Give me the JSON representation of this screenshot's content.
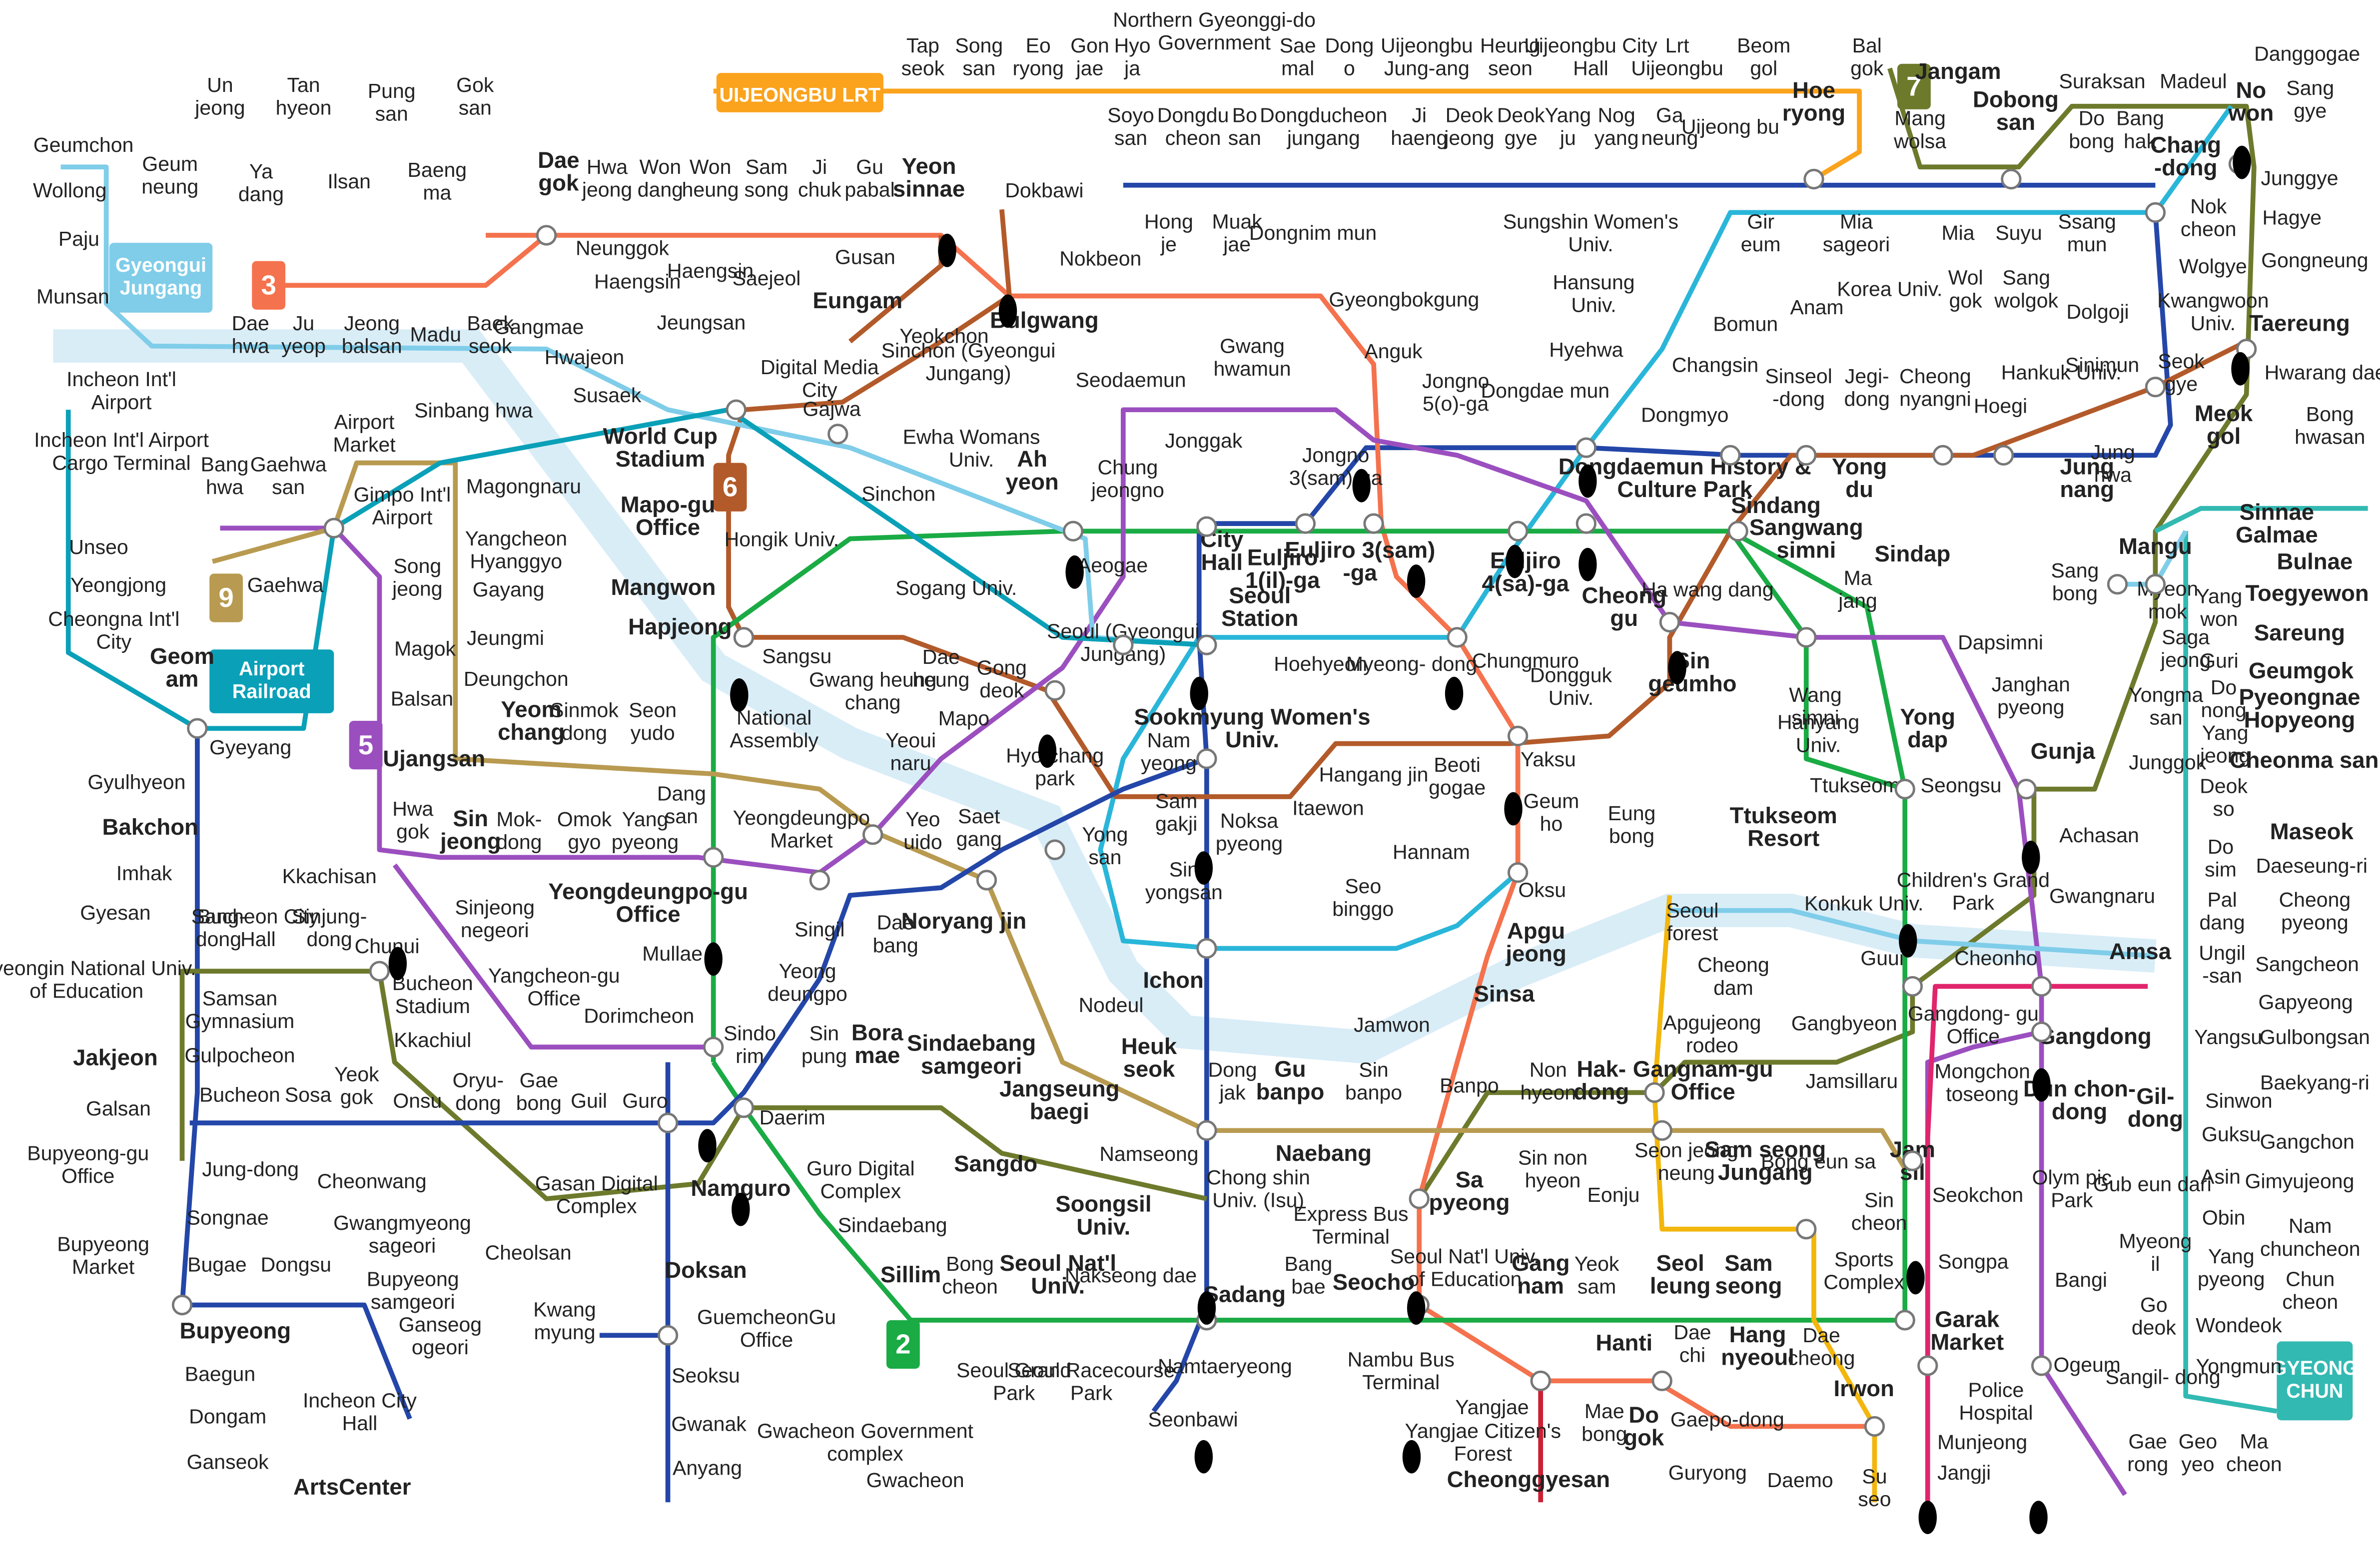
{
  "line_labels": {
    "uijeongbu": "UIJEONGBU LRT",
    "l2": "2",
    "l3": "3",
    "l5": "5",
    "l6": "6",
    "l7": "7",
    "l9": "9",
    "gyeongui": "Gyeongui Jungang",
    "airport": "Airport Railroad",
    "gyeongchun": "GYEONG CHUN"
  },
  "colors": {
    "line1": "#2346a8",
    "line2": "#1aab45",
    "line3": "#f4724d",
    "line4": "#29b6d9",
    "line5": "#9b4fbf",
    "line6": "#b35a2a",
    "line7": "#6d7a2c",
    "line8": "#e0256d",
    "line9": "#b89a50",
    "sinbundang": "#cc1f33",
    "gyeongui": "#7fcde9",
    "airport": "#0aa0b8",
    "bundang": "#f2b60c",
    "uijeongbu": "#fba31d",
    "gyeongchun": "#32b9b2",
    "station_dot": "#000000"
  },
  "stations": [
    {
      "name": "Tap seok"
    },
    {
      "name": "Song san"
    },
    {
      "name": "Eo ryong"
    },
    {
      "name": "Gon jae"
    },
    {
      "name": "Hyo ja"
    },
    {
      "name": "Northern Gyeonggi-do Government"
    },
    {
      "name": "Sae mal"
    },
    {
      "name": "Dong o"
    },
    {
      "name": "Uijeongbu Jung-ang"
    },
    {
      "name": "Heung seon"
    },
    {
      "name": "Uijeongbu City Hall"
    },
    {
      "name": "Lrt Uijeongbu"
    },
    {
      "name": "Beom gol"
    },
    {
      "name": "Bal gok"
    },
    {
      "name": "Hoe ryong"
    },
    {
      "name": "Jangam"
    },
    {
      "name": "Dobong san"
    },
    {
      "name": "Mang wolsa"
    },
    {
      "name": "Suraksan"
    },
    {
      "name": "Madeul"
    },
    {
      "name": "Danggogae"
    },
    {
      "name": "Sang gye"
    },
    {
      "name": "No won"
    },
    {
      "name": "Do bong"
    },
    {
      "name": "Bang hak"
    },
    {
      "name": "Chang -dong"
    },
    {
      "name": "Junggye"
    },
    {
      "name": "Hagye"
    },
    {
      "name": "Gongneung"
    },
    {
      "name": "Taereung"
    },
    {
      "name": "Hwarang dae"
    },
    {
      "name": "Bong hwasan"
    },
    {
      "name": "Soyo san"
    },
    {
      "name": "Dongdu cheon"
    },
    {
      "name": "Bo san"
    },
    {
      "name": "Dongducheon jungang"
    },
    {
      "name": "Ji haeng"
    },
    {
      "name": "Deok jeong"
    },
    {
      "name": "Deok gye"
    },
    {
      "name": "Yang ju"
    },
    {
      "name": "Nog yang"
    },
    {
      "name": "Ga neung"
    },
    {
      "name": "Uijeong bu"
    },
    {
      "name": "Un jeong"
    },
    {
      "name": "Tan hyeon"
    },
    {
      "name": "Pung san"
    },
    {
      "name": "Gok san"
    },
    {
      "name": "Geumchon"
    },
    {
      "name": "Wollong"
    },
    {
      "name": "Paju"
    },
    {
      "name": "Munsan"
    },
    {
      "name": "Geum neung"
    },
    {
      "name": "Ya dang"
    },
    {
      "name": "Ilsan"
    },
    {
      "name": "Baeng ma"
    },
    {
      "name": "Dae gok"
    },
    {
      "name": "Hwa jeong"
    },
    {
      "name": "Won dang"
    },
    {
      "name": "Won heung"
    },
    {
      "name": "Sam song"
    },
    {
      "name": "Ji chuk"
    },
    {
      "name": "Gu pabal"
    },
    {
      "name": "Yeon sinnae"
    },
    {
      "name": "Dokbawi"
    },
    {
      "name": "Bulgwang"
    },
    {
      "name": "Gusan"
    },
    {
      "name": "Eungam"
    },
    {
      "name": "Yeokchon"
    },
    {
      "name": "Saejeol"
    },
    {
      "name": "Jeungsan"
    },
    {
      "name": "Neunggok"
    },
    {
      "name": "Haengsin"
    },
    {
      "name": "Haengsin"
    },
    {
      "name": "Dae hwa"
    },
    {
      "name": "Ju yeop"
    },
    {
      "name": "Jeong balsan"
    },
    {
      "name": "Madu"
    },
    {
      "name": "Baek seok"
    },
    {
      "name": "Gangmae"
    },
    {
      "name": "Hwajeon"
    },
    {
      "name": "Susaek"
    },
    {
      "name": "Nokbeon"
    },
    {
      "name": "Hong je"
    },
    {
      "name": "Muak jae"
    },
    {
      "name": "Dongnim mun"
    },
    {
      "name": "Gyeongbokgung"
    },
    {
      "name": "Anguk"
    },
    {
      "name": "Sungshin Women's Univ."
    },
    {
      "name": "Hansung Univ."
    },
    {
      "name": "Hyehwa"
    },
    {
      "name": "Gir eum"
    },
    {
      "name": "Mia sageori"
    },
    {
      "name": "Mia"
    },
    {
      "name": "Suyu"
    },
    {
      "name": "Ssang mun"
    },
    {
      "name": "Anam"
    },
    {
      "name": "Korea Univ."
    },
    {
      "name": "Wol gok"
    },
    {
      "name": "Sang wolgok"
    },
    {
      "name": "Dolgoji"
    },
    {
      "name": "Nok cheon"
    },
    {
      "name": "Wolgye"
    },
    {
      "name": "Kwangwoon Univ."
    },
    {
      "name": "Seok gye"
    },
    {
      "name": "Meok gol"
    },
    {
      "name": "Bomun"
    },
    {
      "name": "Changsin"
    },
    {
      "name": "Sinseol -dong"
    },
    {
      "name": "Jegi- dong"
    },
    {
      "name": "Cheong nyangni"
    },
    {
      "name": "Hoegi"
    },
    {
      "name": "Hankuk Univ."
    },
    {
      "name": "Sinimun"
    },
    {
      "name": "Incheon Int'l Airport"
    },
    {
      "name": "Incheon Int'l Airport Cargo Terminal"
    },
    {
      "name": "Unseo"
    },
    {
      "name": "Yeongjong"
    },
    {
      "name": "Cheongna Int'l City"
    },
    {
      "name": "Geom am"
    },
    {
      "name": "Gyeyang"
    },
    {
      "name": "Airport Market"
    },
    {
      "name": "Sinbang hwa"
    },
    {
      "name": "Bang hwa"
    },
    {
      "name": "Gaehwa san"
    },
    {
      "name": "Gimpo Int'l Airport"
    },
    {
      "name": "Gaehwa"
    },
    {
      "name": "Magongnaru"
    },
    {
      "name": "Digital Media City"
    },
    {
      "name": "Gajwa"
    },
    {
      "name": "Sinchon (Gyeongui Jungang)"
    },
    {
      "name": "Ewha Womans Univ."
    },
    {
      "name": "Ah yeon"
    },
    {
      "name": "Sinchon"
    },
    {
      "name": "Seodaemun"
    },
    {
      "name": "Gwang hwamun"
    },
    {
      "name": "Jonggak"
    },
    {
      "name": "Jongno 3(sam)-ga"
    },
    {
      "name": "Jongno 5(o)-ga"
    },
    {
      "name": "Dongdae mun"
    },
    {
      "name": "Dongmyo"
    },
    {
      "name": "World Cup Stadium"
    },
    {
      "name": "Mapo-gu Office"
    },
    {
      "name": "Mangwon"
    },
    {
      "name": "Hapjeong"
    },
    {
      "name": "Hongik Univ."
    },
    {
      "name": "Sogang Univ."
    },
    {
      "name": "Chung jeongno"
    },
    {
      "name": "Aeogae"
    },
    {
      "name": "City Hall"
    },
    {
      "name": "Seoul Station"
    },
    {
      "name": "Euljiro 1(il)-ga"
    },
    {
      "name": "Euljiro 3(sam) -ga"
    },
    {
      "name": "Euljiro 4(sa)-ga"
    },
    {
      "name": "Dongdaemun History & Culture Park"
    },
    {
      "name": "Sindang"
    },
    {
      "name": "Sangwang simni"
    },
    {
      "name": "Yong du"
    },
    {
      "name": "Jung nang"
    },
    {
      "name": "Jung hwa"
    },
    {
      "name": "Mangu"
    },
    {
      "name": "Sang bong"
    },
    {
      "name": "Seoul (Gyeongui Jungang)"
    },
    {
      "name": "Hoehyeon"
    },
    {
      "name": "Myeong- dong"
    },
    {
      "name": "Chungmuro"
    },
    {
      "name": "Dongguk Univ."
    },
    {
      "name": "Cheong gu"
    },
    {
      "name": "Sin geumho"
    },
    {
      "name": "Sindap"
    },
    {
      "name": "Sinnae Galmae"
    },
    {
      "name": "Bulnae"
    },
    {
      "name": "Toegyewon"
    },
    {
      "name": "Sareung"
    },
    {
      "name": "Geumgok"
    },
    {
      "name": "Pyeongnae Hopyeong"
    },
    {
      "name": "Cheonma san"
    },
    {
      "name": "Maseok"
    },
    {
      "name": "Daeseung-ri"
    },
    {
      "name": "Cheong pyeong"
    },
    {
      "name": "Sangcheon"
    },
    {
      "name": "Gapyeong"
    },
    {
      "name": "Gulbongsan"
    },
    {
      "name": "Baekyang-ri"
    },
    {
      "name": "Gangchon"
    },
    {
      "name": "Gimyujeong"
    },
    {
      "name": "Nam chuncheon"
    },
    {
      "name": "Chun cheon"
    },
    {
      "name": "Myeon mok"
    },
    {
      "name": "Saga jeong"
    },
    {
      "name": "Yongma san"
    },
    {
      "name": "Junggok"
    },
    {
      "name": "Yang won"
    },
    {
      "name": "Guri"
    },
    {
      "name": "Do nong"
    },
    {
      "name": "Yang jeong"
    },
    {
      "name": "Deok so"
    },
    {
      "name": "Do sim"
    },
    {
      "name": "Pal dang"
    },
    {
      "name": "Ungil -san"
    },
    {
      "name": "Yangsu"
    },
    {
      "name": "Sinwon"
    },
    {
      "name": "Guksu"
    },
    {
      "name": "Asin"
    },
    {
      "name": "Obin"
    },
    {
      "name": "Yang pyeong"
    },
    {
      "name": "Wondeok"
    },
    {
      "name": "Yongmun"
    },
    {
      "name": "Wang simni"
    },
    {
      "name": "Hanyang Univ."
    },
    {
      "name": "Ttukseom"
    },
    {
      "name": "Seongsu"
    },
    {
      "name": "Ha wang dang"
    },
    {
      "name": "Ma jang"
    },
    {
      "name": "Dapsimni"
    },
    {
      "name": "Janghan pyeong"
    },
    {
      "name": "Gunja"
    },
    {
      "name": "Yong dap"
    },
    {
      "name": "Children's Grand Park"
    },
    {
      "name": "Achasan"
    },
    {
      "name": "Gwangnaru"
    },
    {
      "name": "Ttukseom Resort"
    },
    {
      "name": "Konkuk Univ."
    },
    {
      "name": "Guui"
    },
    {
      "name": "Amsa"
    },
    {
      "name": "Cheonho"
    },
    {
      "name": "Gangdong"
    },
    {
      "name": "Gangdong- gu Office"
    },
    {
      "name": "Mongchon toseong"
    },
    {
      "name": "Dun chon- dong"
    },
    {
      "name": "Gil- dong"
    },
    {
      "name": "Gub eun dari"
    },
    {
      "name": "Olym pic Park"
    },
    {
      "name": "Myeong il"
    },
    {
      "name": "Go deok"
    },
    {
      "name": "Sangil- dong"
    },
    {
      "name": "Bangi"
    },
    {
      "name": "Ogeum"
    },
    {
      "name": "Gae rong"
    },
    {
      "name": "Geo yeo"
    },
    {
      "name": "Ma cheon"
    },
    {
      "name": "Gyulhyeon"
    },
    {
      "name": "Bakchon"
    },
    {
      "name": "Imhak"
    },
    {
      "name": "Gyesan"
    },
    {
      "name": "Gyeongin National Univ. of Education"
    },
    {
      "name": "Jakjeon"
    },
    {
      "name": "Galsan"
    },
    {
      "name": "Bupyeong-gu Office"
    },
    {
      "name": "Bupyeong Market"
    },
    {
      "name": "Bupyeong"
    },
    {
      "name": "Baegun"
    },
    {
      "name": "Dongam"
    },
    {
      "name": "Ganseok"
    },
    {
      "name": "Incheon City Hall"
    },
    {
      "name": "ArtsCenter"
    },
    {
      "name": "Sang- dong"
    },
    {
      "name": "Bucheon City Hall"
    },
    {
      "name": "Sinjung- dong"
    },
    {
      "name": "Chunui"
    },
    {
      "name": "Bucheon Stadium"
    },
    {
      "name": "Kkachiul"
    },
    {
      "name": "Samsan Gymnasium"
    },
    {
      "name": "Gulpocheon"
    },
    {
      "name": "Bucheon"
    },
    {
      "name": "Sosa"
    },
    {
      "name": "Yeok gok"
    },
    {
      "name": "Onsu"
    },
    {
      "name": "Oryu- dong"
    },
    {
      "name": "Gae bong"
    },
    {
      "name": "Guil"
    },
    {
      "name": "Guro"
    },
    {
      "name": "Jung-dong"
    },
    {
      "name": "Songnae"
    },
    {
      "name": "Bugae"
    },
    {
      "name": "Dongsu"
    },
    {
      "name": "Cheonwang"
    },
    {
      "name": "Gwangmyeong sageori"
    },
    {
      "name": "Cheolsan"
    },
    {
      "name": "Bupyeong samgeori"
    },
    {
      "name": "Ganseog ogeori"
    },
    {
      "name": "Gasan Digital Complex"
    },
    {
      "name": "Kwang myung"
    },
    {
      "name": "GuemcheonGu Office"
    },
    {
      "name": "Doksan"
    },
    {
      "name": "Seoksu"
    },
    {
      "name": "Gwanak"
    },
    {
      "name": "Anyang"
    },
    {
      "name": "Song jeong"
    },
    {
      "name": "Magok"
    },
    {
      "name": "Balsan"
    },
    {
      "name": "Ujangsan"
    },
    {
      "name": "Hwa gok"
    },
    {
      "name": "Sin jeong"
    },
    {
      "name": "Mok- dong"
    },
    {
      "name": "Omok gyo"
    },
    {
      "name": "Yang pyeong"
    },
    {
      "name": "Kkachisan"
    },
    {
      "name": "Sinjeong negeori"
    },
    {
      "name": "Yangcheon-gu Office"
    },
    {
      "name": "Dorimcheon"
    },
    {
      "name": "Yeongdeungpo-gu Office"
    },
    {
      "name": "Mullae"
    },
    {
      "name": "Yangcheon Hyanggyo"
    },
    {
      "name": "Gayang"
    },
    {
      "name": "Jeungmi"
    },
    {
      "name": "Deungchon"
    },
    {
      "name": "Yeom chang"
    },
    {
      "name": "Sinmok dong"
    },
    {
      "name": "Seon yudo"
    },
    {
      "name": "Dang san"
    },
    {
      "name": "Yeongdeungpo Market"
    },
    {
      "name": "Yeo uido"
    },
    {
      "name": "Saet gang"
    },
    {
      "name": "National Assembly"
    },
    {
      "name": "Yeoui naru"
    },
    {
      "name": "Mapo"
    },
    {
      "name": "Gong deok"
    },
    {
      "name": "Dae heung"
    },
    {
      "name": "Gwang heung chang"
    },
    {
      "name": "Sangsu"
    },
    {
      "name": "Hyo chang park"
    },
    {
      "name": "Nam yeong"
    },
    {
      "name": "Yong san"
    },
    {
      "name": "Sam gakji"
    },
    {
      "name": "Sin yongsan"
    },
    {
      "name": "Sookmyung Women's Univ."
    },
    {
      "name": "Noksa pyeong"
    },
    {
      "name": "Itaewon"
    },
    {
      "name": "Hangang jin"
    },
    {
      "name": "Beoti gogae"
    },
    {
      "name": "Yaksu"
    },
    {
      "name": "Geum ho"
    },
    {
      "name": "Hannam"
    },
    {
      "name": "Oksu"
    },
    {
      "name": "Eung bong"
    },
    {
      "name": "Seo binggo"
    },
    {
      "name": "Singil"
    },
    {
      "name": "Dae bang"
    },
    {
      "name": "Noryang jin"
    },
    {
      "name": "Yeong deungpo"
    },
    {
      "name": "Sindo rim"
    },
    {
      "name": "Sin pung"
    },
    {
      "name": "Bora mae"
    },
    {
      "name": "Sindaebang samgeori"
    },
    {
      "name": "Jangseung baegi"
    },
    {
      "name": "Nodeul"
    },
    {
      "name": "Heuk seok"
    },
    {
      "name": "Ichon"
    },
    {
      "name": "Dong jak"
    },
    {
      "name": "Gu banpo"
    },
    {
      "name": "Sin banpo"
    },
    {
      "name": "Jamwon"
    },
    {
      "name": "Apgu jeong"
    },
    {
      "name": "Sinsa"
    },
    {
      "name": "Seoul forest"
    },
    {
      "name": "Cheong dam"
    },
    {
      "name": "Apgujeong rodeo"
    },
    {
      "name": "Gangbyeon"
    },
    {
      "name": "Jamsillaru"
    },
    {
      "name": "Gangnam-gu Office"
    },
    {
      "name": "Banpo"
    },
    {
      "name": "Non hyeon"
    },
    {
      "name": "Hak- dong"
    },
    {
      "name": "Daerim"
    },
    {
      "name": "Guro Digital Complex"
    },
    {
      "name": "Sindaebang"
    },
    {
      "name": "Sangdo"
    },
    {
      "name": "Namseong"
    },
    {
      "name": "Soongsil Univ."
    },
    {
      "name": "Chong shin Univ. (Isu)"
    },
    {
      "name": "Naebang"
    },
    {
      "name": "Express Bus Terminal"
    },
    {
      "name": "Sa pyeong"
    },
    {
      "name": "Sin non hyeon"
    },
    {
      "name": "Eonju"
    },
    {
      "name": "Seon jeong neung"
    },
    {
      "name": "Sam seong Jungang"
    },
    {
      "name": "Bong eun sa"
    },
    {
      "name": "Jam sil"
    },
    {
      "name": "Sin cheon"
    },
    {
      "name": "Sports Complex"
    },
    {
      "name": "Seokchon"
    },
    {
      "name": "Songpa"
    },
    {
      "name": "Garak Market"
    },
    {
      "name": "Namguro"
    },
    {
      "name": "Sillim"
    },
    {
      "name": "Bong cheon"
    },
    {
      "name": "Seoul Nat'l Univ."
    },
    {
      "name": "Nakseong dae"
    },
    {
      "name": "Sadang"
    },
    {
      "name": "Bang bae"
    },
    {
      "name": "Seocho"
    },
    {
      "name": "Seoul Nat'l Univ. of Education"
    },
    {
      "name": "Gang nam"
    },
    {
      "name": "Yeok sam"
    },
    {
      "name": "Seol leung"
    },
    {
      "name": "Sam seong"
    },
    {
      "name": "Hanti"
    },
    {
      "name": "Dae chi"
    },
    {
      "name": "Hang nyeoul"
    },
    {
      "name": "Dae cheong"
    },
    {
      "name": "Irwon"
    },
    {
      "name": "Nambu Bus Terminal"
    },
    {
      "name": "Yangjae"
    },
    {
      "name": "Yangjae Citizen's Forest"
    },
    {
      "name": "Cheonggyesan"
    },
    {
      "name": "Mae bong"
    },
    {
      "name": "Do gok"
    },
    {
      "name": "Gaepo-dong"
    },
    {
      "name": "Guryong"
    },
    {
      "name": "Daemo"
    },
    {
      "name": "Su seo"
    },
    {
      "name": "Police Hospital"
    },
    {
      "name": "Munjeong"
    },
    {
      "name": "Jangji"
    },
    {
      "name": "Seoul Grand Park"
    },
    {
      "name": "Seoul Racecourse Park"
    },
    {
      "name": "Gwacheon Government complex"
    },
    {
      "name": "Gwacheon"
    },
    {
      "name": "Namtaeryeong"
    },
    {
      "name": "Seonbawi"
    }
  ]
}
